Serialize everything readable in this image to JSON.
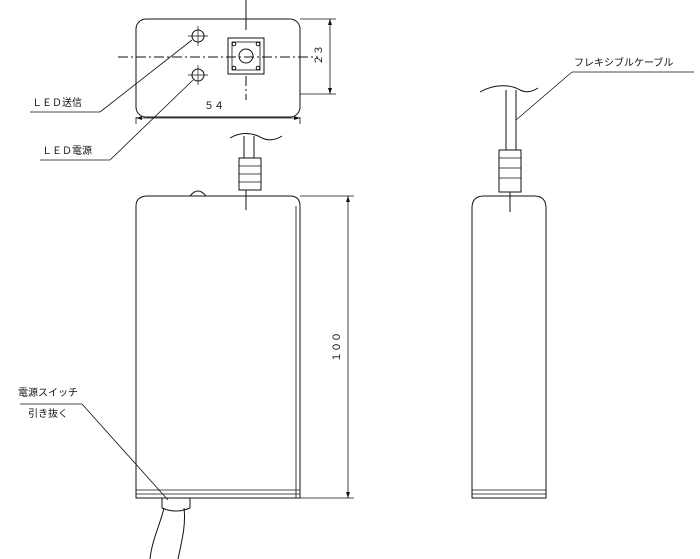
{
  "labels": {
    "led_send": "ＬＥＤ送信",
    "led_power": "ＬＥＤ電源",
    "flexible_cable": "フレキシブルケーブル",
    "power_switch": "電源スイッチ",
    "pull_out": "引き抜く"
  },
  "dimensions": {
    "width": "５４",
    "height_small": "２３",
    "height_body": "１００"
  }
}
